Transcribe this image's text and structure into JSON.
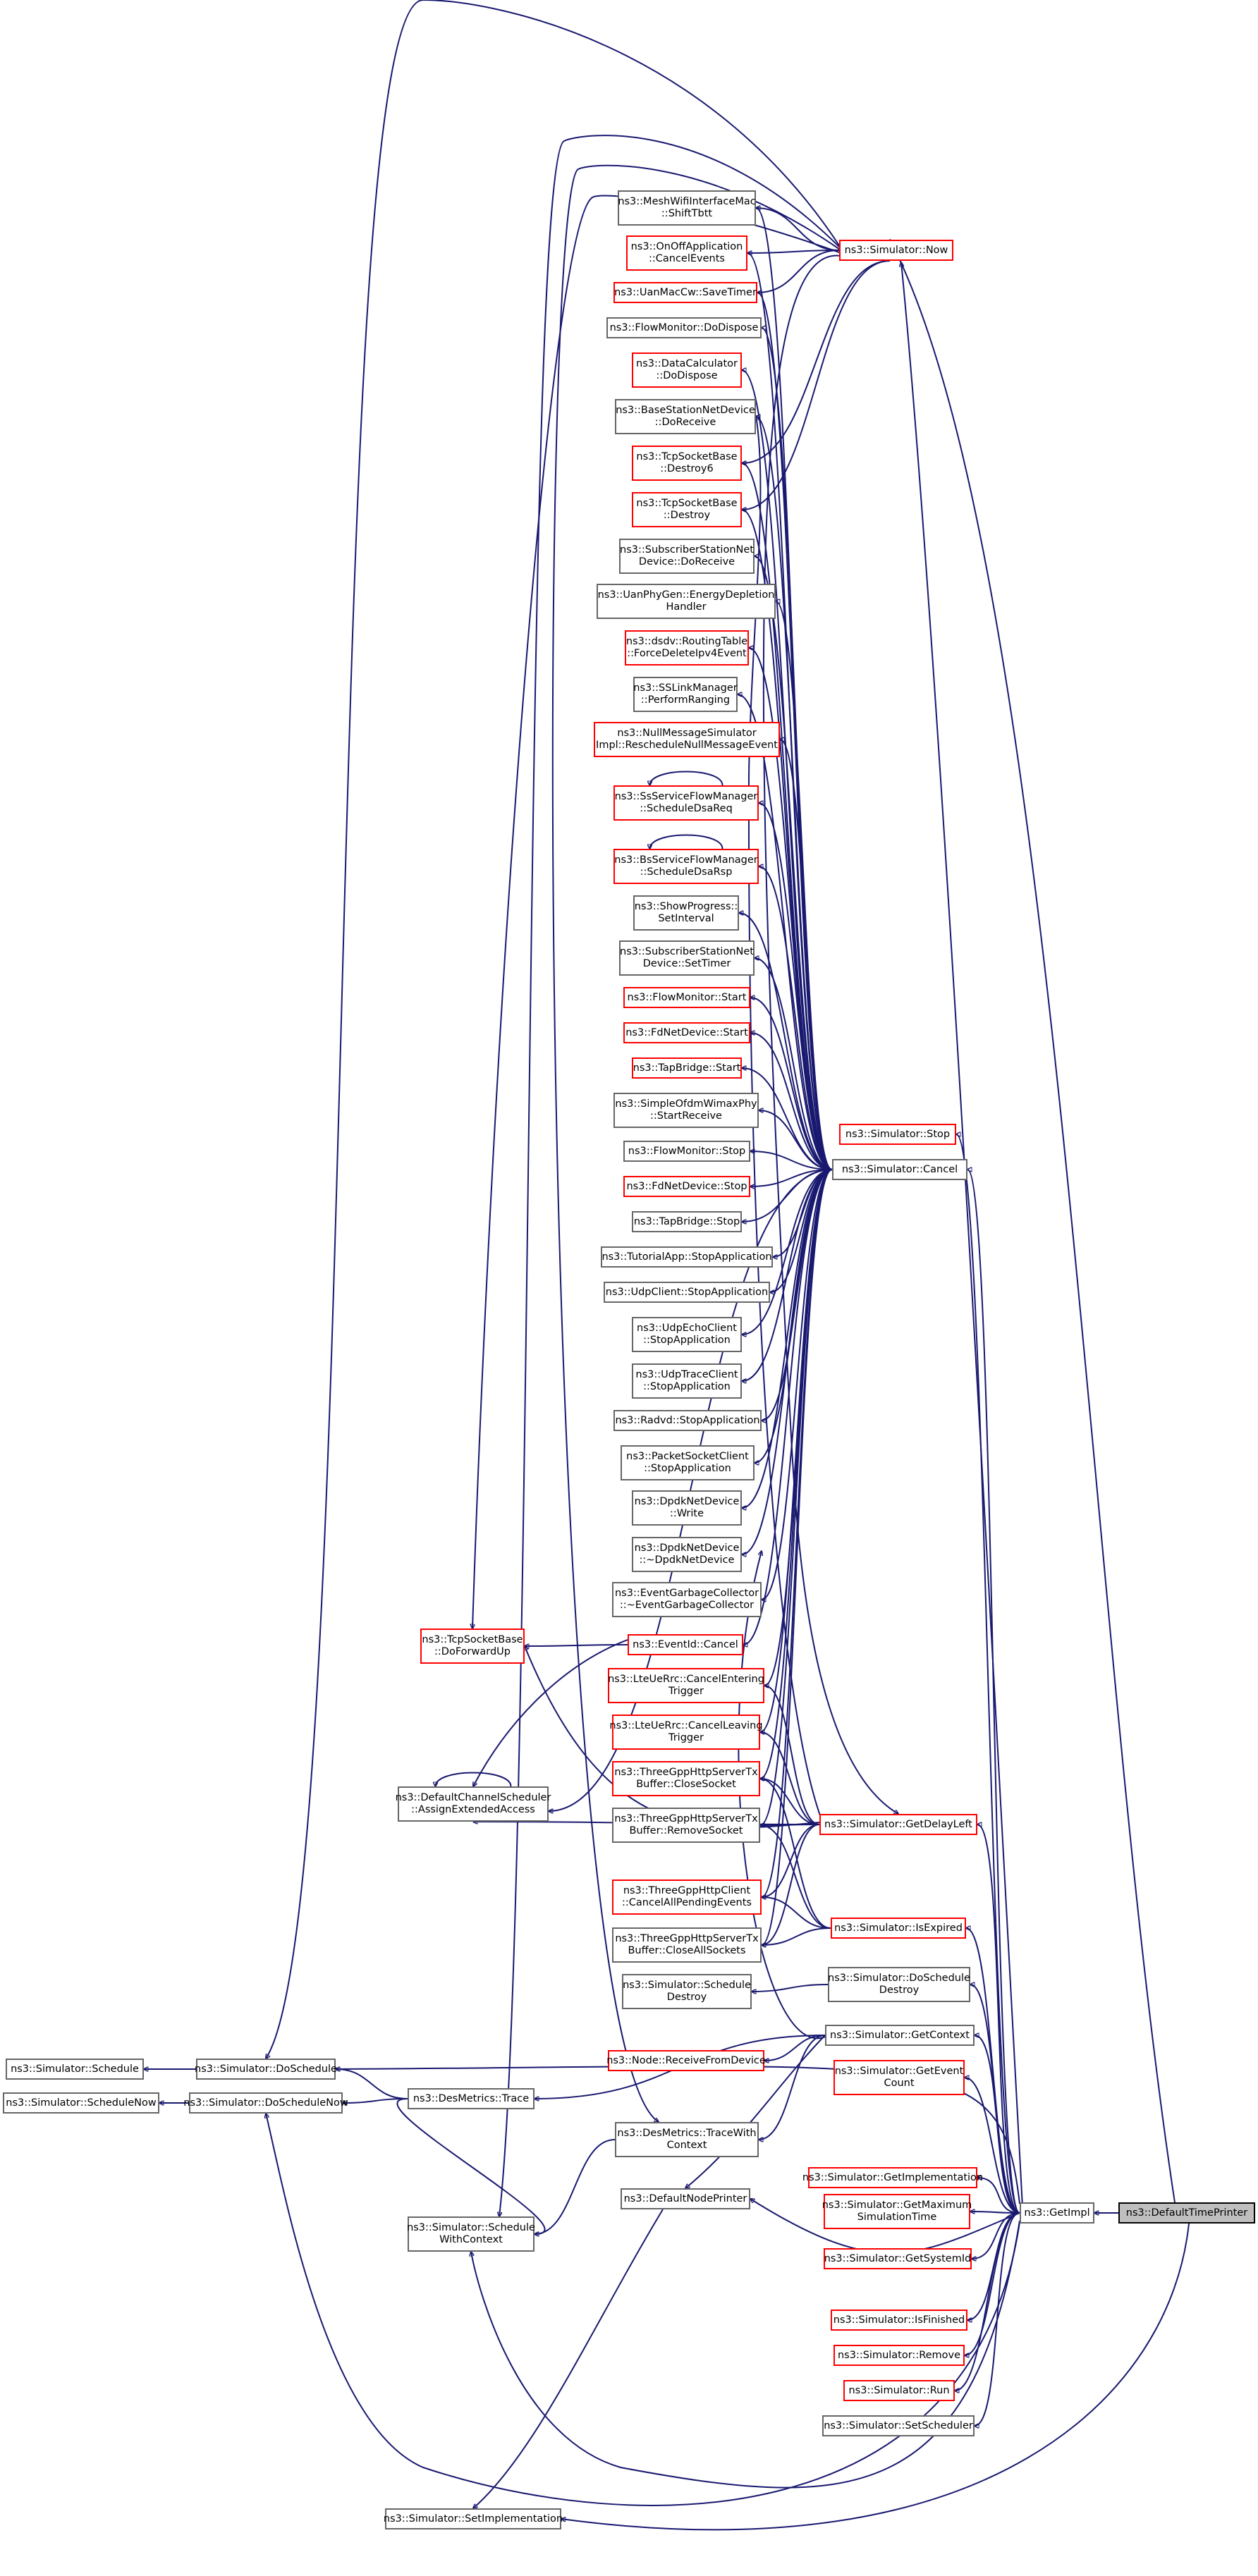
{
  "colors": {
    "edge": "#191970",
    "node_border": "#666666",
    "node_border_no_doc": "#ff0000",
    "highlight_fill": "#bfbfbf"
  },
  "nodes": [
    {
      "id": "dtp",
      "label": "ns3::DefaultTimePrinter",
      "style": "hl"
    },
    {
      "id": "getimpl",
      "label": "ns3::GetImpl",
      "style": "normal"
    },
    {
      "id": "now",
      "label": "ns3::Simulator::Now",
      "style": "red"
    },
    {
      "id": "stop",
      "label": "ns3::Simulator::Stop",
      "style": "red"
    },
    {
      "id": "cancel",
      "label": "ns3::Simulator::Cancel",
      "style": "normal"
    },
    {
      "id": "getdelayleft",
      "label": "ns3::Simulator::GetDelayLeft",
      "style": "red"
    },
    {
      "id": "isexpired",
      "label": "ns3::Simulator::IsExpired",
      "style": "red"
    },
    {
      "id": "doschedule_destroy",
      "label": "ns3::Simulator::DoSchedule\nDestroy",
      "style": "normal"
    },
    {
      "id": "getcontext",
      "label": "ns3::Simulator::GetContext",
      "style": "normal"
    },
    {
      "id": "geteventcount",
      "label": "ns3::Simulator::GetEvent\nCount",
      "style": "red"
    },
    {
      "id": "getimplementation",
      "label": "ns3::Simulator::GetImplementation",
      "style": "red"
    },
    {
      "id": "getmaxtime",
      "label": "ns3::Simulator::GetMaximum\nSimulationTime",
      "style": "red"
    },
    {
      "id": "getsystemid",
      "label": "ns3::Simulator::GetSystemId",
      "style": "red"
    },
    {
      "id": "isfinished",
      "label": "ns3::Simulator::IsFinished",
      "style": "red"
    },
    {
      "id": "remove",
      "label": "ns3::Simulator::Remove",
      "style": "red"
    },
    {
      "id": "run",
      "label": "ns3::Simulator::Run",
      "style": "red"
    },
    {
      "id": "setscheduler",
      "label": "ns3::Simulator::SetScheduler",
      "style": "normal"
    },
    {
      "id": "mesh",
      "label": "ns3::MeshWifiInterfaceMac\n::ShiftTbtt",
      "style": "normal"
    },
    {
      "id": "onoff",
      "label": "ns3::OnOffApplication\n::CancelEvents",
      "style": "red"
    },
    {
      "id": "uan",
      "label": "ns3::UanMacCw::SaveTimer",
      "style": "red"
    },
    {
      "id": "flowmon_dispose",
      "label": "ns3::FlowMonitor::DoDispose",
      "style": "normal"
    },
    {
      "id": "datacalc",
      "label": "ns3::DataCalculator\n::DoDispose",
      "style": "red"
    },
    {
      "id": "bsnd",
      "label": "ns3::BaseStationNetDevice\n::DoReceive",
      "style": "normal"
    },
    {
      "id": "tcp6",
      "label": "ns3::TcpSocketBase\n::Destroy6",
      "style": "red"
    },
    {
      "id": "tcpd",
      "label": "ns3::TcpSocketBase\n::Destroy",
      "style": "red"
    },
    {
      "id": "ssnd_recv",
      "label": "ns3::SubscriberStationNet\nDevice::DoReceive",
      "style": "normal"
    },
    {
      "id": "uanphy",
      "label": "ns3::UanPhyGen::EnergyDepletion\nHandler",
      "style": "normal"
    },
    {
      "id": "dsdv",
      "label": "ns3::dsdv::RoutingTable\n::ForceDeleteIpv4Event",
      "style": "red"
    },
    {
      "id": "sslink",
      "label": "ns3::SSLinkManager\n::PerformRanging",
      "style": "normal"
    },
    {
      "id": "nullmsg",
      "label": "ns3::NullMessageSimulator\nImpl::RescheduleNullMessageEvent",
      "style": "red"
    },
    {
      "id": "ssflow",
      "label": "ns3::SsServiceFlowManager\n::ScheduleDsaReq",
      "style": "red"
    },
    {
      "id": "bsflow",
      "label": "ns3::BsServiceFlowManager\n::ScheduleDsaRsp",
      "style": "red"
    },
    {
      "id": "showprog",
      "label": "ns3::ShowProgress::\nSetInterval",
      "style": "normal"
    },
    {
      "id": "ssnd_timer",
      "label": "ns3::SubscriberStationNet\nDevice::SetTimer",
      "style": "normal"
    },
    {
      "id": "fm_start",
      "label": "ns3::FlowMonitor::Start",
      "style": "red"
    },
    {
      "id": "fd_start",
      "label": "ns3::FdNetDevice::Start",
      "style": "red"
    },
    {
      "id": "tap_start",
      "label": "ns3::TapBridge::Start",
      "style": "red"
    },
    {
      "id": "simpleofdm",
      "label": "ns3::SimpleOfdmWimaxPhy\n::StartReceive",
      "style": "normal"
    },
    {
      "id": "fm_stop",
      "label": "ns3::FlowMonitor::Stop",
      "style": "normal"
    },
    {
      "id": "fd_stop",
      "label": "ns3::FdNetDevice::Stop",
      "style": "red"
    },
    {
      "id": "tap_stop",
      "label": "ns3::TapBridge::Stop",
      "style": "normal"
    },
    {
      "id": "tutorial",
      "label": "ns3::TutorialApp::StopApplication",
      "style": "normal"
    },
    {
      "id": "udpclient",
      "label": "ns3::UdpClient::StopApplication",
      "style": "normal"
    },
    {
      "id": "udpecho",
      "label": "ns3::UdpEchoClient\n::StopApplication",
      "style": "normal"
    },
    {
      "id": "udptrace",
      "label": "ns3::UdpTraceClient\n::StopApplication",
      "style": "normal"
    },
    {
      "id": "radvd",
      "label": "ns3::Radvd::StopApplication",
      "style": "normal"
    },
    {
      "id": "packetsock",
      "label": "ns3::PacketSocketClient\n::StopApplication",
      "style": "normal"
    },
    {
      "id": "dpdk_write",
      "label": "ns3::DpdkNetDevice\n::Write",
      "style": "normal"
    },
    {
      "id": "dpdk_dtor",
      "label": "ns3::DpdkNetDevice\n::~DpdkNetDevice",
      "style": "normal"
    },
    {
      "id": "egc",
      "label": "ns3::EventGarbageCollector\n::~EventGarbageCollector",
      "style": "normal"
    },
    {
      "id": "eventid",
      "label": "ns3::EventId::Cancel",
      "style": "red"
    },
    {
      "id": "tcpfwd",
      "label": "ns3::TcpSocketBase\n::DoForwardUp",
      "style": "red"
    },
    {
      "id": "lte_enter",
      "label": "ns3::LteUeRrc::CancelEntering\nTrigger",
      "style": "red"
    },
    {
      "id": "lte_leave",
      "label": "ns3::LteUeRrc::CancelLeaving\nTrigger",
      "style": "red"
    },
    {
      "id": "ghttp_close",
      "label": "ns3::ThreeGppHttpServerTx\nBuffer::CloseSocket",
      "style": "red"
    },
    {
      "id": "ghttp_remove",
      "label": "ns3::ThreeGppHttpServerTx\nBuffer::RemoveSocket",
      "style": "normal"
    },
    {
      "id": "dcs",
      "label": "ns3::DefaultChannelScheduler\n::AssignExtendedAccess",
      "style": "normal"
    },
    {
      "id": "ghttp_cancelall",
      "label": "ns3::ThreeGppHttpClient\n::CancelAllPendingEvents",
      "style": "red"
    },
    {
      "id": "ghttp_closeall",
      "label": "ns3::ThreeGppHttpServerTx\nBuffer::CloseAllSockets",
      "style": "normal"
    },
    {
      "id": "sched_destroy",
      "label": "ns3::Simulator::Schedule\nDestroy",
      "style": "normal"
    },
    {
      "id": "node_recv",
      "label": "ns3::Node::ReceiveFromDevice",
      "style": "red"
    },
    {
      "id": "desmetrics_trace",
      "label": "ns3::DesMetrics::Trace",
      "style": "normal"
    },
    {
      "id": "desmetrics_tracewith",
      "label": "ns3::DesMetrics::TraceWith\nContext",
      "style": "normal"
    },
    {
      "id": "defnodeprinter",
      "label": "ns3::DefaultNodePrinter",
      "style": "normal"
    },
    {
      "id": "sched_withctx",
      "label": "ns3::Simulator::Schedule\nWithContext",
      "style": "normal"
    },
    {
      "id": "doschedule",
      "label": "ns3::Simulator::DoSchedule",
      "style": "normal"
    },
    {
      "id": "doschedulenow",
      "label": "ns3::Simulator::DoScheduleNow",
      "style": "normal"
    },
    {
      "id": "schedule",
      "label": "ns3::Simulator::Schedule",
      "style": "normal"
    },
    {
      "id": "schedulenow",
      "label": "ns3::Simulator::ScheduleNow",
      "style": "normal"
    },
    {
      "id": "setimpl",
      "label": "ns3::Simulator::SetImplementation",
      "style": "normal"
    }
  ]
}
